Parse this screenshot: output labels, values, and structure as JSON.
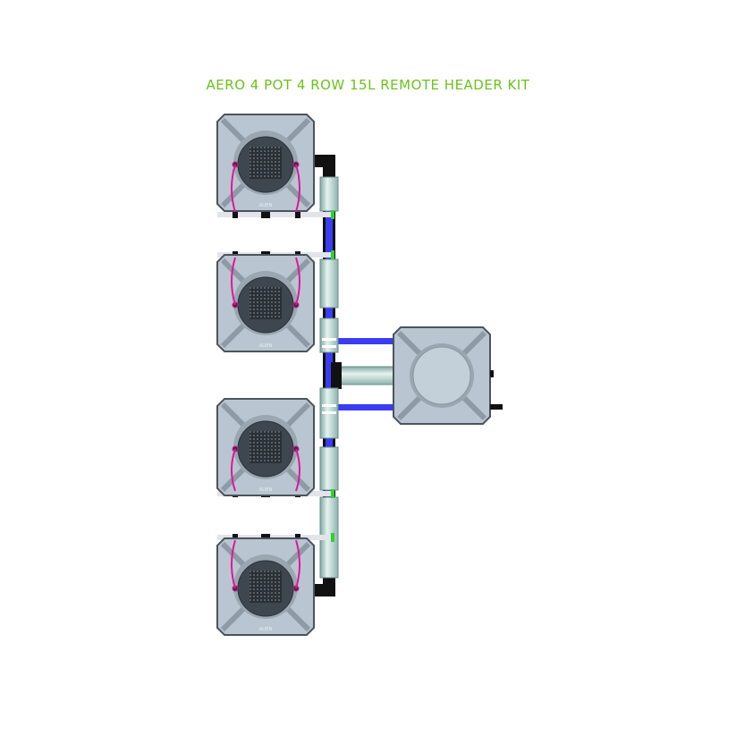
{
  "title": "AERO 4 POT 4 ROW 15L REMOTE HEADER KIT",
  "pot_label": "ALIEN",
  "pot_count": 4,
  "colors": {
    "title": "#6cc21c",
    "pot_body": "#b9c6d1",
    "pot_border": "#4a545c",
    "pipe_blue": "#3a3cf5",
    "pipe_black": "#111111",
    "drip_line": "#e0169e",
    "connector_green": "#2fd12f",
    "header_pipe": "#a9c9c4"
  }
}
